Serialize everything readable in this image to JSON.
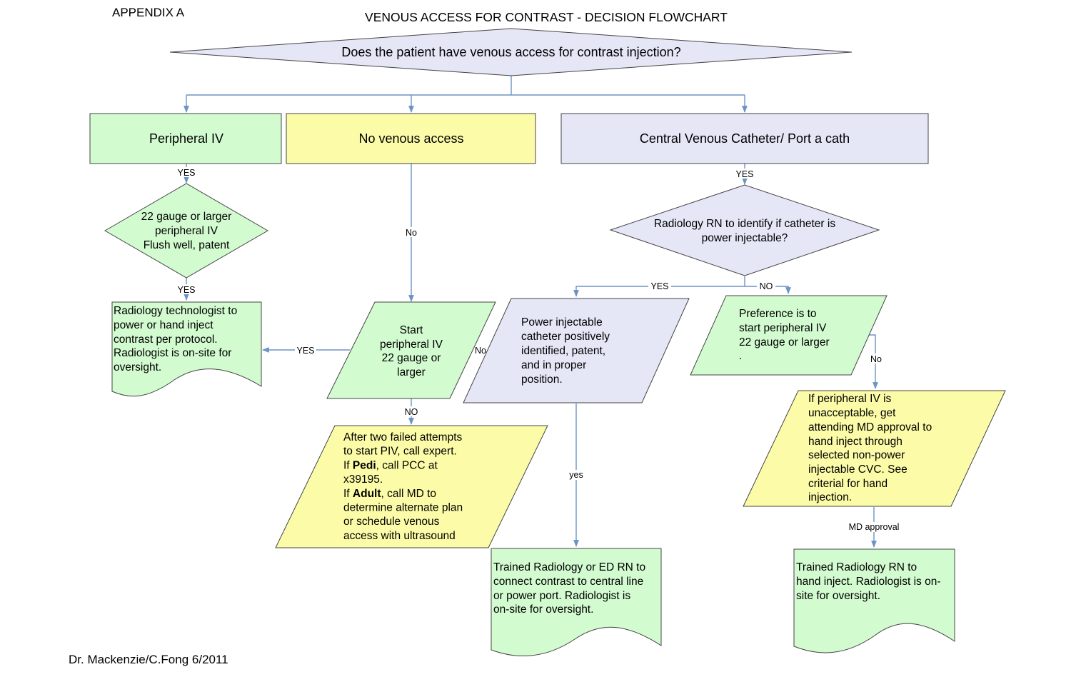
{
  "header": {
    "appendix": "APPENDIX A",
    "title": "VENOUS ACCESS FOR CONTRAST - DECISION FLOWCHART"
  },
  "footer": {
    "credit": "Dr. Mackenzie/C.Fong 6/2011"
  },
  "colors": {
    "green": "#d3fbd0",
    "yellow": "#fcfca8",
    "lavender": "#e5e6f6",
    "arrow": "#6b93c4",
    "border": "#444444"
  },
  "nodes": {
    "start": {
      "lines": [
        "Does the patient have venous access for contrast injection?"
      ]
    },
    "peripheral_iv": {
      "lines": [
        "Peripheral IV"
      ]
    },
    "no_access": {
      "lines": [
        "No venous access"
      ]
    },
    "cvc": {
      "lines": [
        "Central Venous Catheter/ Port a cath"
      ]
    },
    "gauge_check": {
      "lines": [
        "22 gauge or larger",
        "peripheral IV",
        "Flush well, patent"
      ]
    },
    "rn_identify": {
      "lines": [
        "Radiology RN to identify if catheter is",
        "power injectable?"
      ]
    },
    "tech_inject": {
      "lines": [
        "Radiology technologist to",
        "power or hand inject",
        "contrast per protocol.",
        "Radiologist is on-site for",
        "oversight."
      ]
    },
    "start_piv": {
      "lines": [
        "Start",
        "peripheral IV",
        "22 gauge or",
        "larger"
      ]
    },
    "power_identified": {
      "lines": [
        "Power injectable",
        "catheter positively",
        "identified, patent,",
        "and in proper",
        "position."
      ]
    },
    "preference": {
      "lines": [
        "Preference is to",
        "start peripheral IV",
        "22 gauge or larger",
        "."
      ]
    },
    "failed_attempts": {
      "lines": [
        "After two failed attempts",
        "to start PIV, call expert.",
        "If |Pedi|, call PCC at",
        "x39195.",
        "If |Adult|, call MD to",
        "determine alternate plan",
        "or schedule venous",
        "access with ultrasound"
      ]
    },
    "piv_unacceptable": {
      "lines": [
        "If peripheral IV is",
        "unacceptable, get",
        "attending MD approval to",
        "hand inject through",
        "selected non-power",
        "injectable CVC. See",
        "criterial for hand",
        "injection."
      ]
    },
    "trained_ed_rn": {
      "lines": [
        "Trained Radiology or ED RN to",
        "connect  contrast to central line",
        "or power port. Radiologist is",
        "on-site for oversight."
      ]
    },
    "trained_rn": {
      "lines": [
        "Trained Radiology RN to",
        "hand inject. Radiologist is on-",
        "site for oversight."
      ]
    }
  },
  "edge_labels": {
    "piv_yes": "YES",
    "gauge_yes": "YES",
    "no_access_no": "No",
    "start_piv_yes": "YES",
    "start_piv_no": "NO",
    "start_piv_no_side": "No",
    "cvc_yes": "YES",
    "rn_yes": "YES",
    "rn_no": "NO",
    "power_yes": "yes",
    "preference_no": "No",
    "md_approval": "MD approval"
  }
}
